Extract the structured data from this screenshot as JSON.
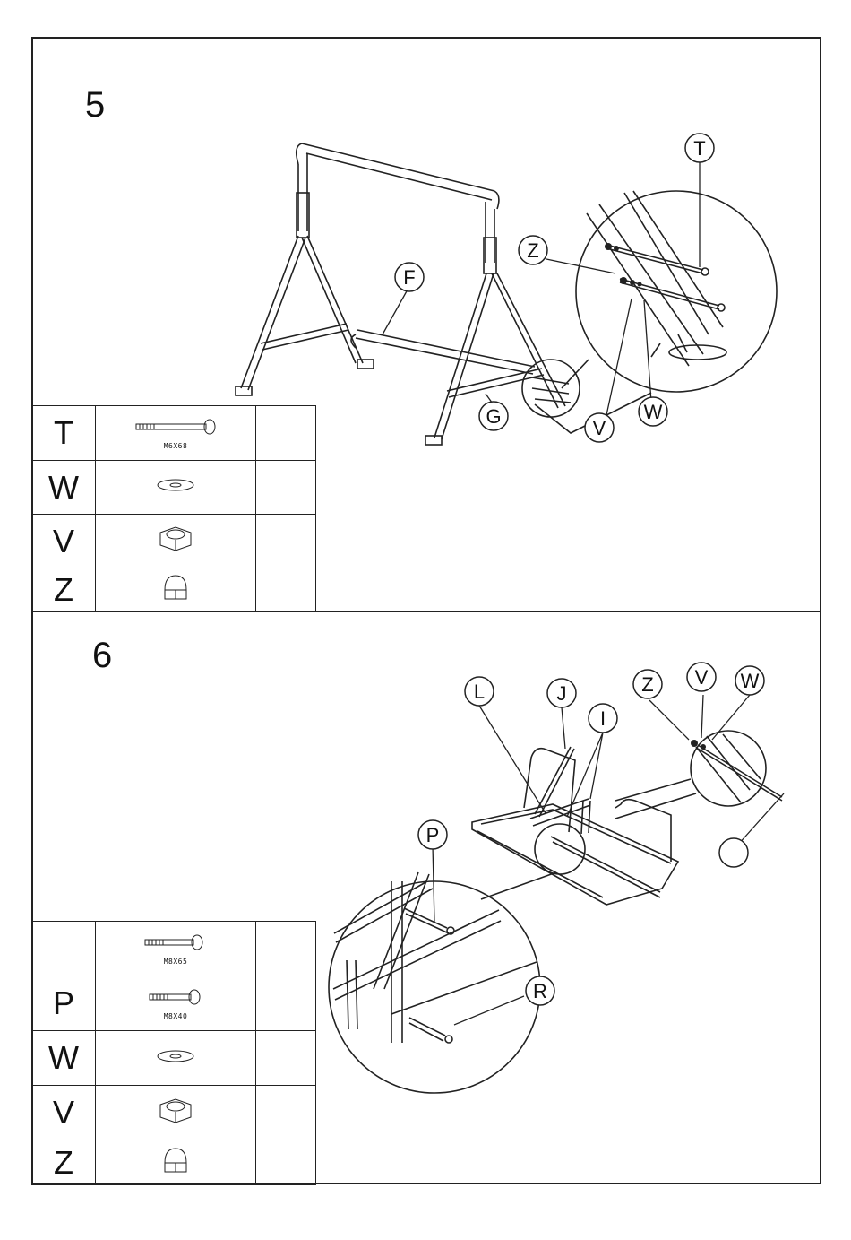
{
  "steps": [
    {
      "number": "5",
      "parts": [
        {
          "letter": "T",
          "name": "bolt",
          "size": "M6X68"
        },
        {
          "letter": "W",
          "name": "washer",
          "size": ""
        },
        {
          "letter": "V",
          "name": "hex-nut",
          "size": ""
        },
        {
          "letter": "Z",
          "name": "cap-nut",
          "size": ""
        }
      ],
      "callouts": [
        "T",
        "Z",
        "F",
        "G",
        "V",
        "W"
      ]
    },
    {
      "number": "6",
      "parts": [
        {
          "letter": "",
          "name": "bolt",
          "size": "M8X65"
        },
        {
          "letter": "P",
          "name": "bolt",
          "size": "M8X40"
        },
        {
          "letter": "W",
          "name": "washer",
          "size": ""
        },
        {
          "letter": "V",
          "name": "hex-nut",
          "size": ""
        },
        {
          "letter": "Z",
          "name": "cap-nut",
          "size": ""
        }
      ],
      "callouts": [
        "L",
        "J",
        "I",
        "Z",
        "V",
        "W",
        "P",
        "R",
        ""
      ]
    }
  ]
}
